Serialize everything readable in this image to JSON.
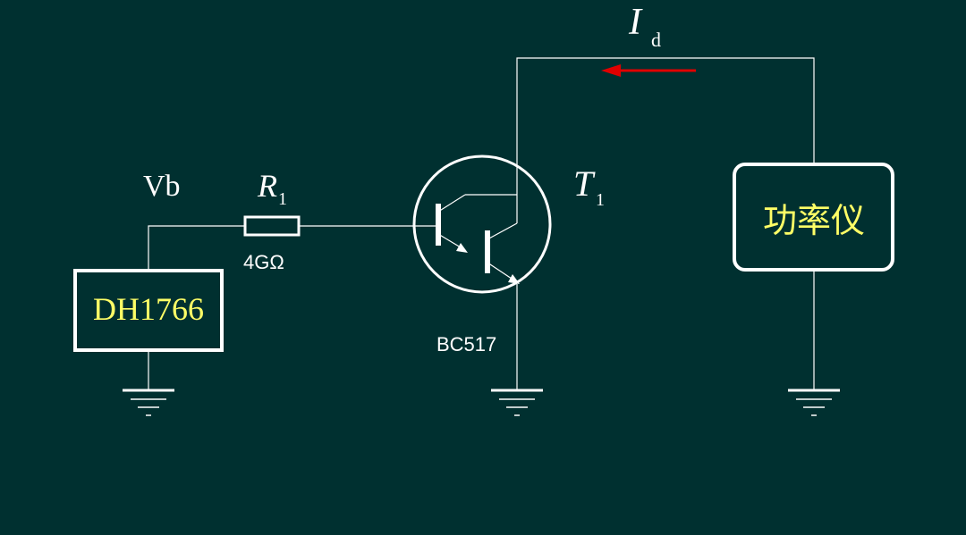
{
  "labels": {
    "current_main": "I",
    "current_sub": "d",
    "vb": "Vb",
    "r_main": "R",
    "r_sub": "1",
    "r_value": "4GΩ",
    "t_main": "T",
    "t_sub": "1",
    "transistor_model": "BC517",
    "source_name": "DH1766",
    "meter_name": "功率仪"
  },
  "colors": {
    "background": "#003030",
    "wire": "#ffffff",
    "arrow": "#e00000",
    "instrument_text": "#ffff66"
  }
}
